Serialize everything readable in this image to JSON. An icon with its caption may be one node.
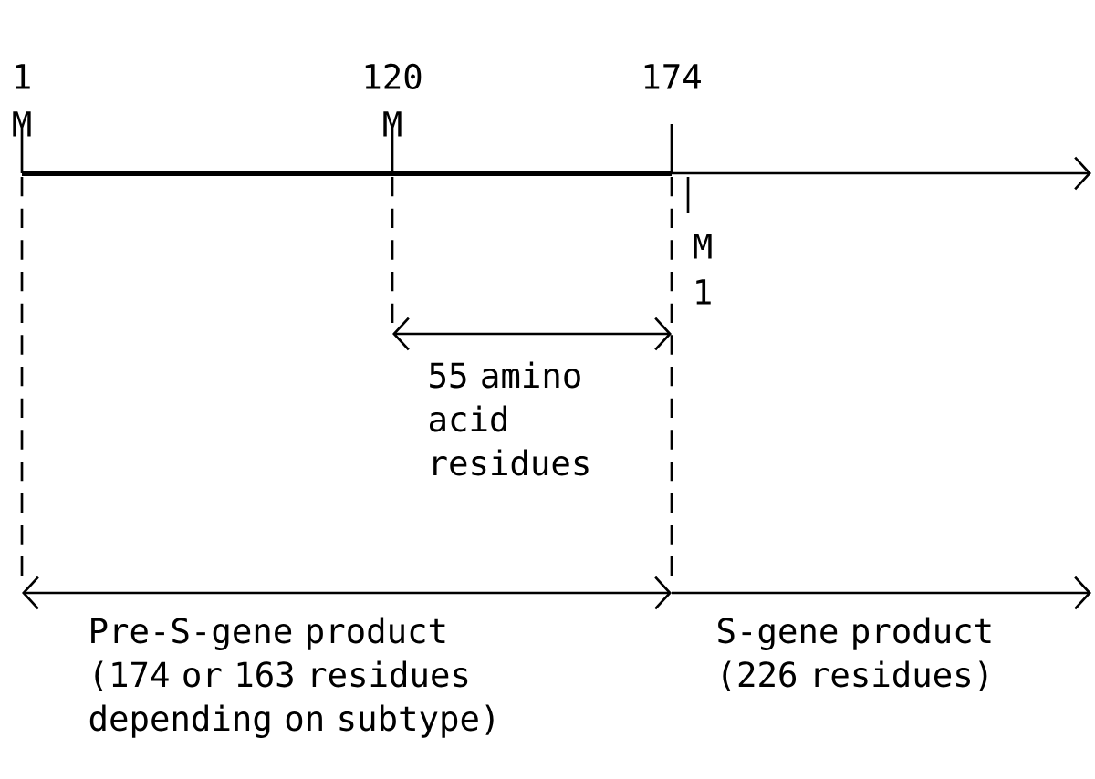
{
  "diagram": {
    "labels": [
      "1",
      "M",
      "120",
      "M",
      "174",
      "M",
      "1",
      "55 amino acid residues",
      "Pre-S-gene product (174 or 163 residues depending on subtype)",
      "S-gene product (226 residues)"
    ]
  }
}
